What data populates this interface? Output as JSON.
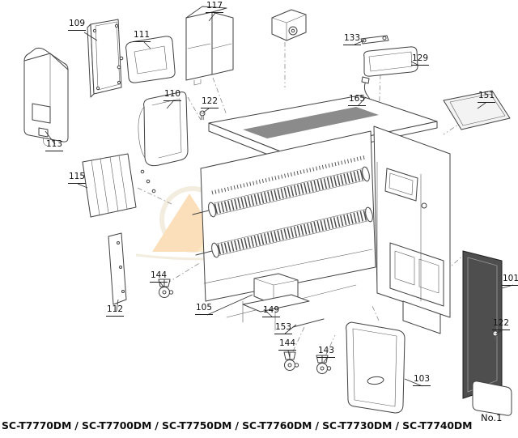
{
  "footer": {
    "models": "SC-T7770DM / SC-T7700DM / SC-T7750DM / SC-T7760DM / SC-T7730DM / SC-T7740DM",
    "page": "No.1"
  },
  "watermark": {
    "primary": "#f2991f",
    "secondary": "#f7b84b",
    "tertiary": "#fbd27e",
    "ring": "#d8c49a"
  },
  "callouts": [
    "109",
    "111",
    "117",
    "133",
    "129",
    "151",
    "110",
    "122",
    "165",
    "113",
    "115",
    "112",
    "144",
    "105",
    "149",
    "153",
    "144",
    "143",
    "103",
    "122",
    "101"
  ]
}
